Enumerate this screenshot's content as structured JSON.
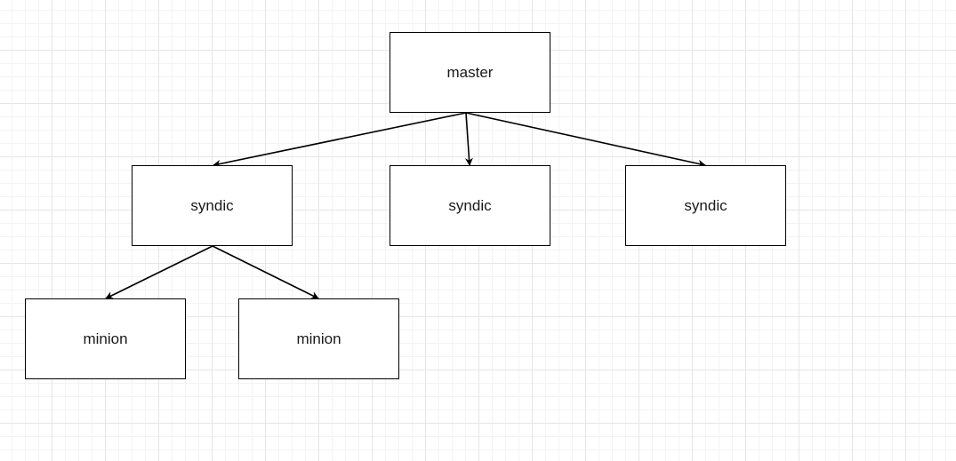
{
  "diagram": {
    "nodes": [
      {
        "id": "master",
        "label": "master",
        "kind": "master"
      },
      {
        "id": "syndic-1",
        "label": "syndic",
        "kind": "syndic"
      },
      {
        "id": "syndic-2",
        "label": "syndic",
        "kind": "syndic"
      },
      {
        "id": "syndic-3",
        "label": "syndic",
        "kind": "syndic"
      },
      {
        "id": "minion-1",
        "label": "minion",
        "kind": "minion"
      },
      {
        "id": "minion-2",
        "label": "minion",
        "kind": "minion"
      }
    ],
    "edges": [
      {
        "from": "master",
        "to": "syndic-1"
      },
      {
        "from": "master",
        "to": "syndic-2"
      },
      {
        "from": "master",
        "to": "syndic-3"
      },
      {
        "from": "syndic-1",
        "to": "minion-1"
      },
      {
        "from": "syndic-1",
        "to": "minion-2"
      }
    ],
    "colors": {
      "stroke": "#000000",
      "fill": "#ffffff",
      "grid": "#e6e6e6"
    }
  }
}
